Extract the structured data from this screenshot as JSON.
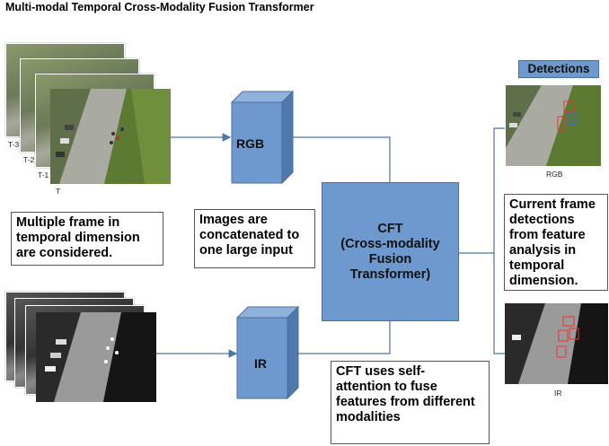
{
  "title": "Multi-modal Temporal Cross-Modality Fusion Transformer",
  "frame_labels": {
    "t3": "T-3",
    "t2": "T-2",
    "t1": "T-1",
    "t": "T"
  },
  "rgb_label": "RGB",
  "ir_label": "IR",
  "cft": {
    "line1": "CFT",
    "line2": "(Cross-modality",
    "line3": "Fusion",
    "line4": "Transformer)"
  },
  "detections_header": "Detections",
  "rgb_det_label": "RGB",
  "ir_det_label": "IR",
  "notes": {
    "temporal": [
      "Multiple frame in",
      "temporal dimension",
      "are considered."
    ],
    "concat": [
      "Images are",
      "concatenated to",
      "one large input"
    ],
    "current": [
      "Current frame",
      "detections",
      "from feature",
      "analysis in",
      "temporal",
      "dimension."
    ],
    "selfattn": [
      "CFT uses self-",
      "attention to fuse",
      "features from different",
      "modalities"
    ]
  },
  "colors": {
    "box_fill": "#6d99cf",
    "cube_front": "#6d99cf",
    "cube_top": "#8fb2dd",
    "cube_side": "#4f78ad",
    "arrow": "#4a73a8"
  }
}
